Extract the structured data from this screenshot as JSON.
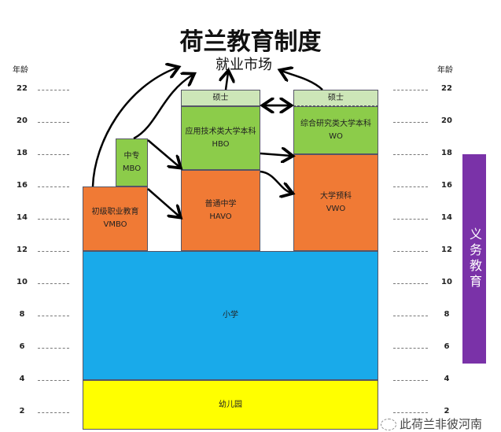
{
  "title": "荷兰教育制度",
  "job_market": "就业市场",
  "age_axis": {
    "header": "年龄",
    "ticks": [
      "22",
      "20",
      "18",
      "16",
      "14",
      "12",
      "10",
      "8",
      "6",
      "4",
      "2"
    ]
  },
  "blocks": {
    "vmbo": {
      "cn": "初级职业教育",
      "en": "VMBO",
      "ages": [
        12,
        16
      ]
    },
    "mbo": {
      "cn": "中专",
      "en": "MBO",
      "ages": [
        16,
        19
      ]
    },
    "havo": {
      "cn": "普通中学",
      "en": "HAVO",
      "ages": [
        12,
        17
      ]
    },
    "hbo": {
      "cn": "应用技术类大学本科",
      "en": "HBO",
      "ages": [
        17,
        21
      ]
    },
    "hbo_master": {
      "cn": "硕士",
      "ages": [
        21,
        22
      ]
    },
    "vwo": {
      "cn": "大学预科",
      "en": "VWO",
      "ages": [
        12,
        18
      ]
    },
    "wo": {
      "cn": "综合研究类大学本科",
      "en": "WO",
      "ages": [
        18,
        21
      ]
    },
    "wo_master": {
      "cn": "硕士",
      "ages": [
        21,
        22
      ]
    },
    "primary": {
      "cn": "小学",
      "ages": [
        4,
        12
      ]
    },
    "kindergarten": {
      "cn": "幼儿园",
      "ages": [
        1,
        4
      ]
    }
  },
  "compulsory": "义务教育",
  "watermark": "此荷兰非彼河南",
  "colors": {
    "orange": "#f07a35",
    "green": "#8ccc4a",
    "light_green": "#cde6b8",
    "blue": "#19aaea",
    "yellow": "#ffff00",
    "purple": "#7a32a8"
  }
}
